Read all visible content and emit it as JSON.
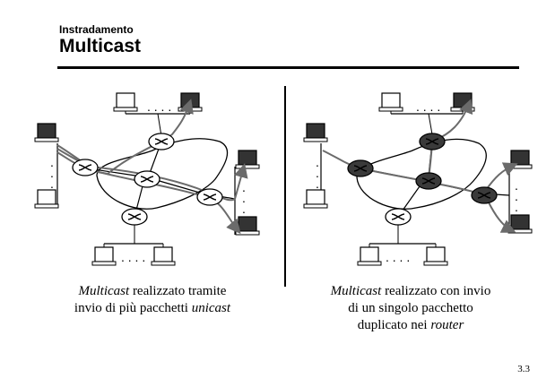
{
  "header": {
    "topic": "Instradamento",
    "title": "Multicast"
  },
  "left_caption": {
    "em1": "Multicast",
    "text1": " realizzato tramite",
    "text2": "invio di più pacchetti ",
    "em2": "unicast"
  },
  "right_caption": {
    "em1": "Multicast",
    "text1": " realizzato con invio",
    "line2": "di un singolo pacchetto",
    "text3": "duplicato nei ",
    "em3": "router"
  },
  "page_number": "3.3",
  "colors": {
    "router_left": "#ffffff",
    "router_right": "#3a3a3a",
    "arrow": "#6b6b6b"
  }
}
